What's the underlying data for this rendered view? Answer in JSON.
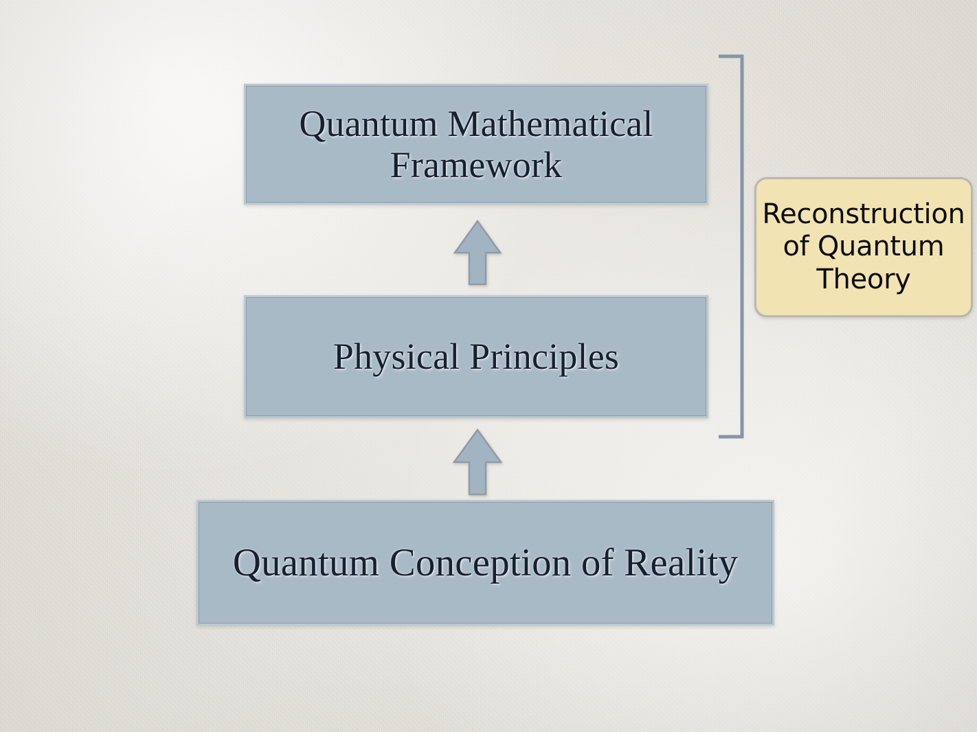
{
  "slide": {
    "background_color": "#e9e7e2",
    "box_fill_color": "#a9bac7",
    "box_border_color": "#bcc8d1",
    "box_text_color": "#17202f",
    "callout_fill_color": "#f2e3b3",
    "callout_border_color": "#b9b7b2",
    "bracket_color": "#8496a6",
    "arrow_fill_color": "#a2b4c2",
    "arrow_border_color": "#8d9caa"
  },
  "diagram": {
    "boxes": [
      {
        "id": "framework",
        "label": "Quantum Mathematical Framework"
      },
      {
        "id": "principles",
        "label": "Physical Principles"
      },
      {
        "id": "reality",
        "label": "Quantum Conception of Reality"
      }
    ],
    "arrows": [
      {
        "id": "principles-to-framework",
        "direction": "up",
        "from": "principles",
        "to": "framework"
      },
      {
        "id": "reality-to-principles",
        "direction": "up",
        "from": "reality",
        "to": "principles"
      }
    ],
    "bracket": {
      "id": "right-bracket",
      "spans": [
        "framework",
        "principles"
      ],
      "orientation": "right"
    },
    "callout": {
      "id": "reconstruction",
      "label": "Reconstruction of Quantum Theory",
      "lines": [
        "Reconstruction",
        "of Quantum",
        "Theory"
      ]
    }
  }
}
